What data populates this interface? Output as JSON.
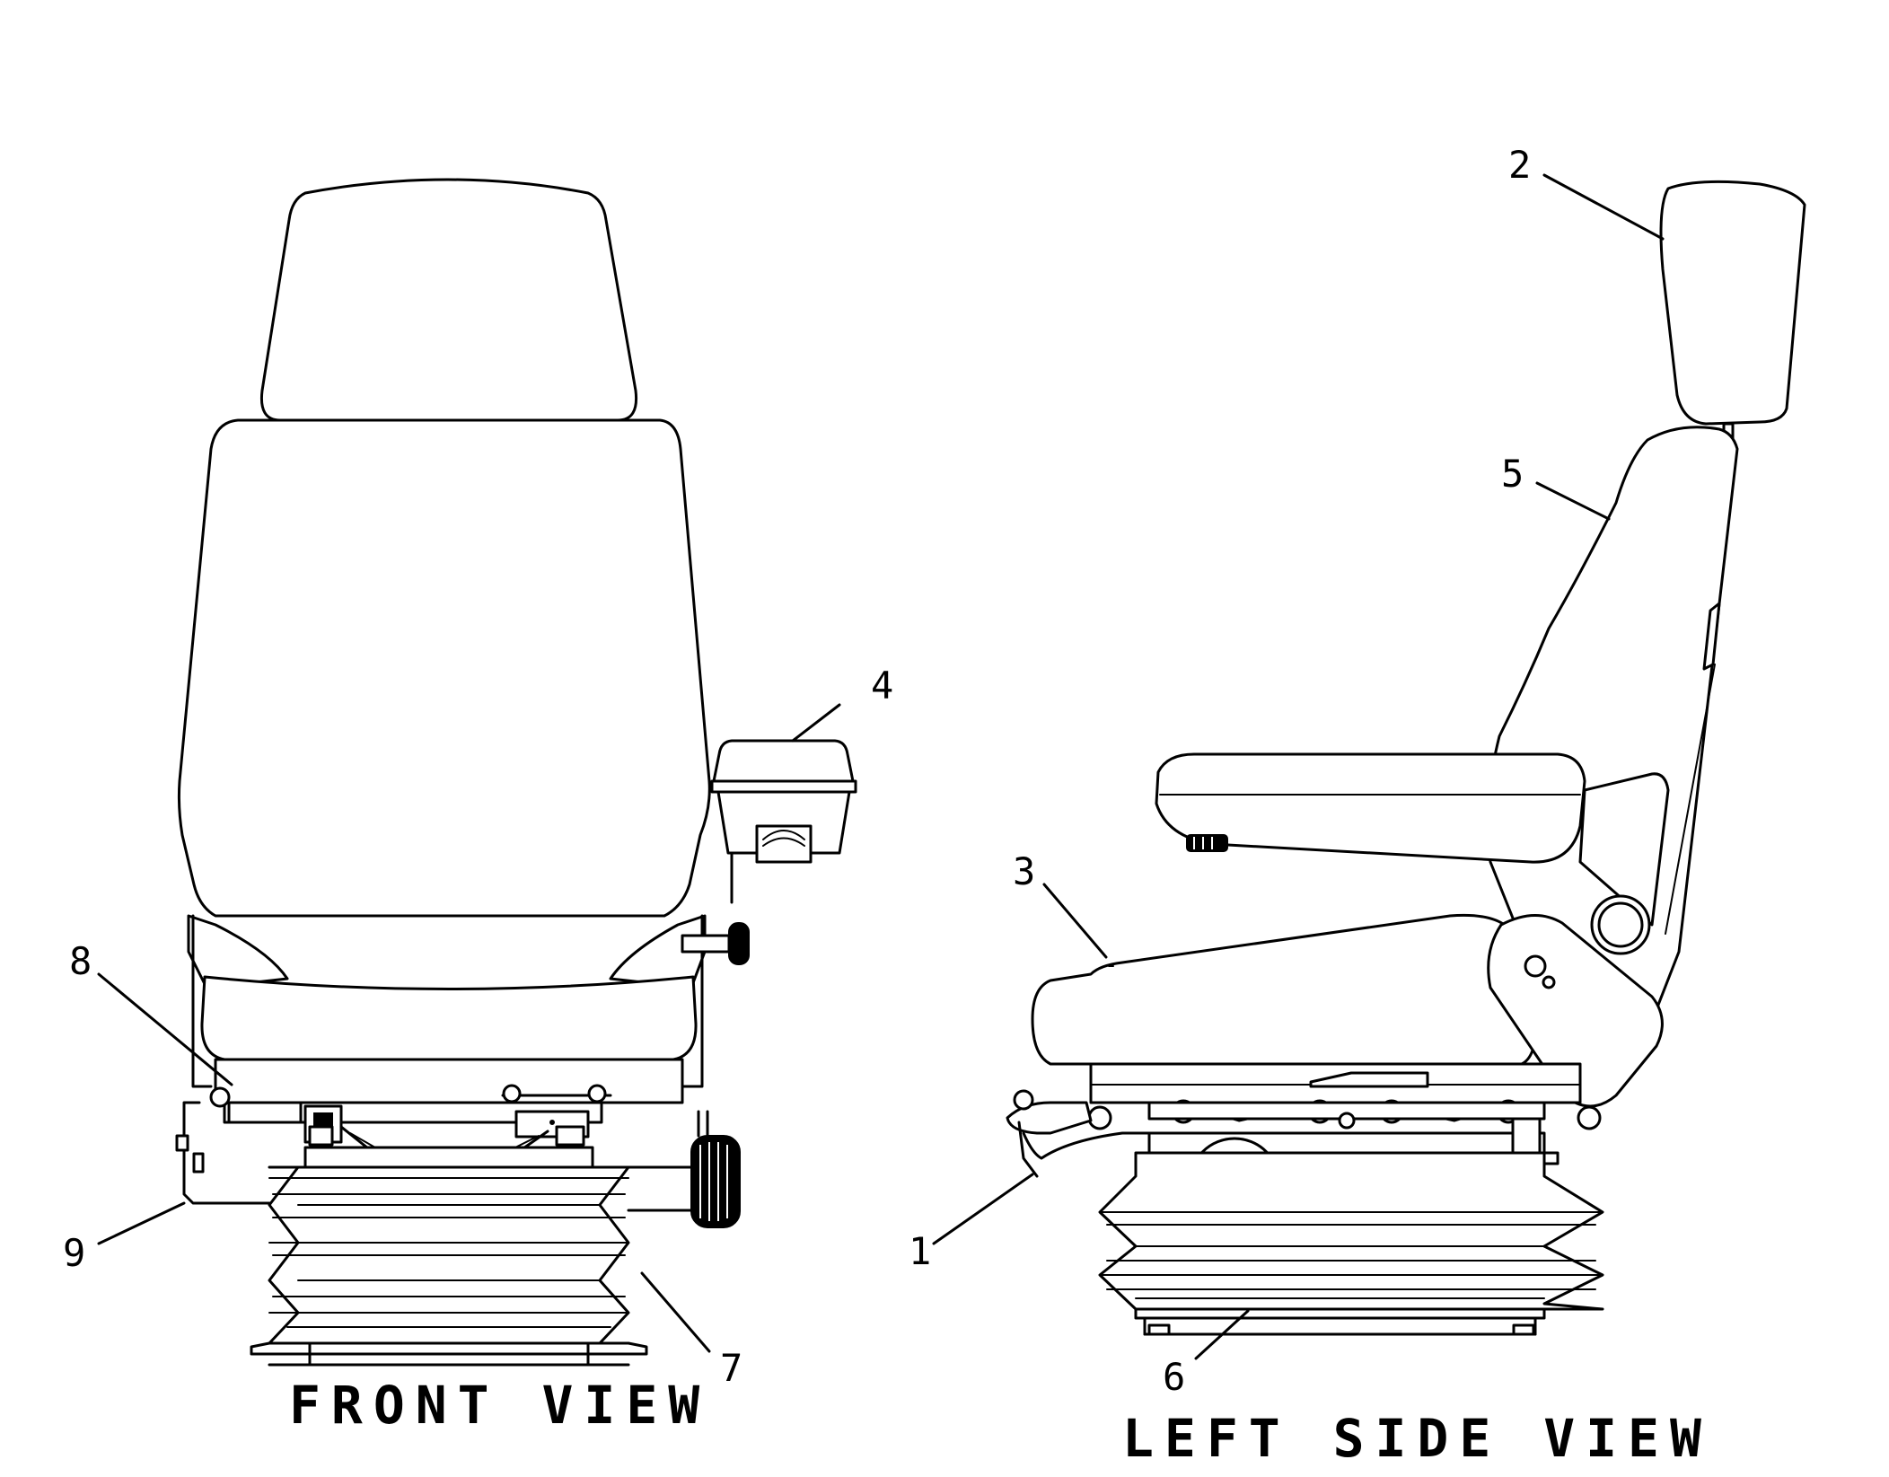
{
  "views": {
    "front": {
      "title": "FRONT VIEW"
    },
    "side": {
      "title": "LEFT SIDE VIEW"
    }
  },
  "callouts": [
    {
      "id": "1",
      "label": "1"
    },
    {
      "id": "2",
      "label": "2"
    },
    {
      "id": "3",
      "label": "3"
    },
    {
      "id": "4",
      "label": "4"
    },
    {
      "id": "5",
      "label": "5"
    },
    {
      "id": "6",
      "label": "6"
    },
    {
      "id": "7",
      "label": "7"
    },
    {
      "id": "8",
      "label": "8"
    },
    {
      "id": "9",
      "label": "9"
    }
  ],
  "colors": {
    "line": "#000000",
    "background": "#ffffff"
  }
}
